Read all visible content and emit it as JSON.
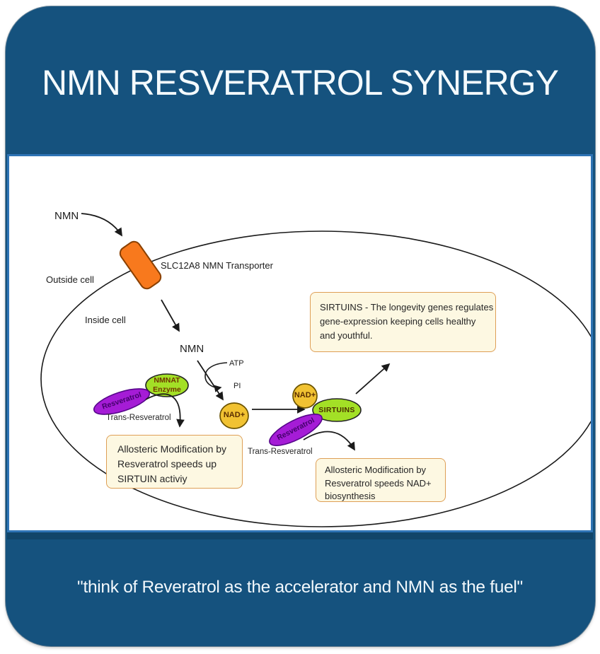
{
  "header": {
    "title": "NMN RESVERATROL SYNERGY"
  },
  "footer": {
    "quote": "\"think of Reveratrol as the accelerator and NMN as the fuel\""
  },
  "diagram": {
    "labels": {
      "nmn_outside": "NMN",
      "transporter": "SLC12A8 NMN Transporter",
      "outside_cell": "Outside cell",
      "inside_cell": "Inside cell",
      "nmn_inside": "NMN",
      "atp": "ATP",
      "pi": "PI",
      "trans_resveratrol_left": "Trans-Resveratrol",
      "trans_resveratrol_right": "Trans-Resveratrol"
    },
    "nodes": {
      "nmnat": {
        "lines": [
          "NMNAT",
          "Enzyme"
        ]
      },
      "resveratrol_left": "Resveratrol",
      "resveratrol_right": "Resveratrol",
      "nad_left": "NAD+",
      "nad_top": "NAD+",
      "sirtuins": "SIRTUINS"
    },
    "boxes": {
      "sirtuins_info": {
        "lines": [
          "SIRTUINS - The longevity genes regulates",
          "gene-expression keeping cells healthy",
          "and youthful."
        ]
      },
      "allosteric_sirtuin": {
        "lines": [
          "Allosteric Modification by",
          "Resveratrol speeds up",
          "SIRTUIN activiy"
        ]
      },
      "allosteric_nad": {
        "lines": [
          "Allosteric Modification by",
          "Resveratrol speeds NAD+",
          "biosynthesis"
        ]
      }
    },
    "colors": {
      "card_blue": "#15527E",
      "panel_border_blue": "#2E74B5",
      "transporter_orange": "#F8791D",
      "enzyme_green": "#A3E026",
      "nad_gold": "#F1C232",
      "resveratrol_purple": "#A51CD6",
      "note_box_cream": "#FDF8E2",
      "note_box_border_tan": "#DE9F56",
      "line_black": "#1a1a1a"
    }
  }
}
